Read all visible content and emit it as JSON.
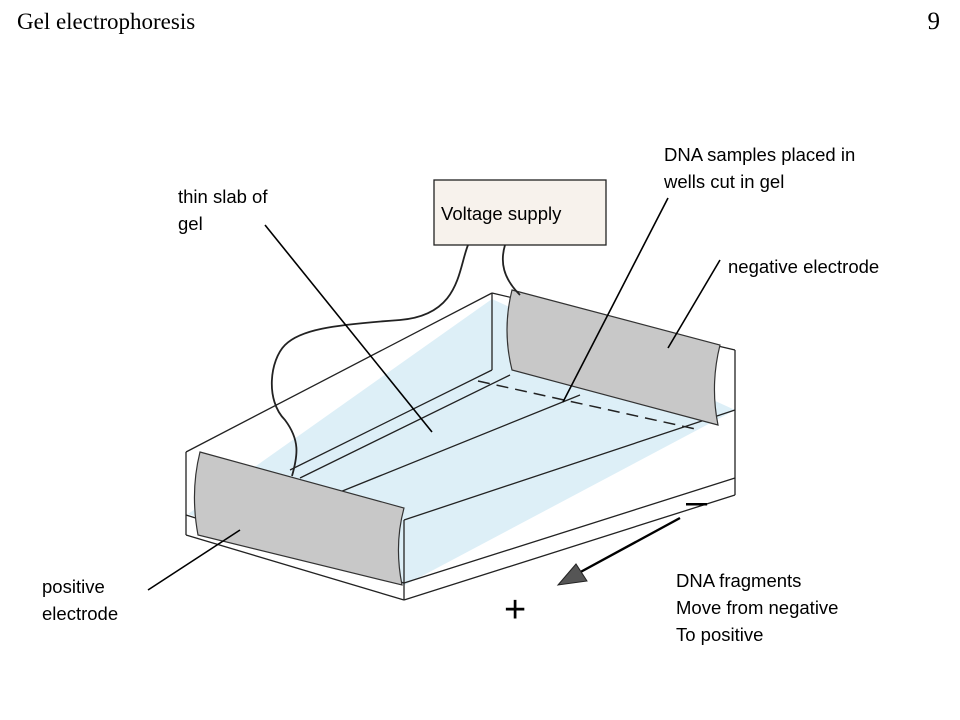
{
  "slide": {
    "title": "Gel electrophoresis",
    "page_number": "9"
  },
  "diagram": {
    "voltage_supply": "Voltage supply",
    "labels": {
      "thin_slab": [
        "thin slab of",
        "gel"
      ],
      "dna_samples": [
        "DNA samples placed in",
        "wells cut in gel"
      ],
      "negative_electrode": [
        "negative electrode"
      ],
      "positive_electrode": [
        "positive",
        "electrode"
      ],
      "migration_note": [
        "DNA fragments",
        "Move from negative",
        "To positive"
      ]
    },
    "negative_sign": "–",
    "positive_sign": "+"
  },
  "colors": {
    "electrode_fill": "#c8c8c8",
    "gel_fill": "#ddeff7",
    "supply_fill": "#f7f2ec",
    "arrow_head": "#555555"
  }
}
